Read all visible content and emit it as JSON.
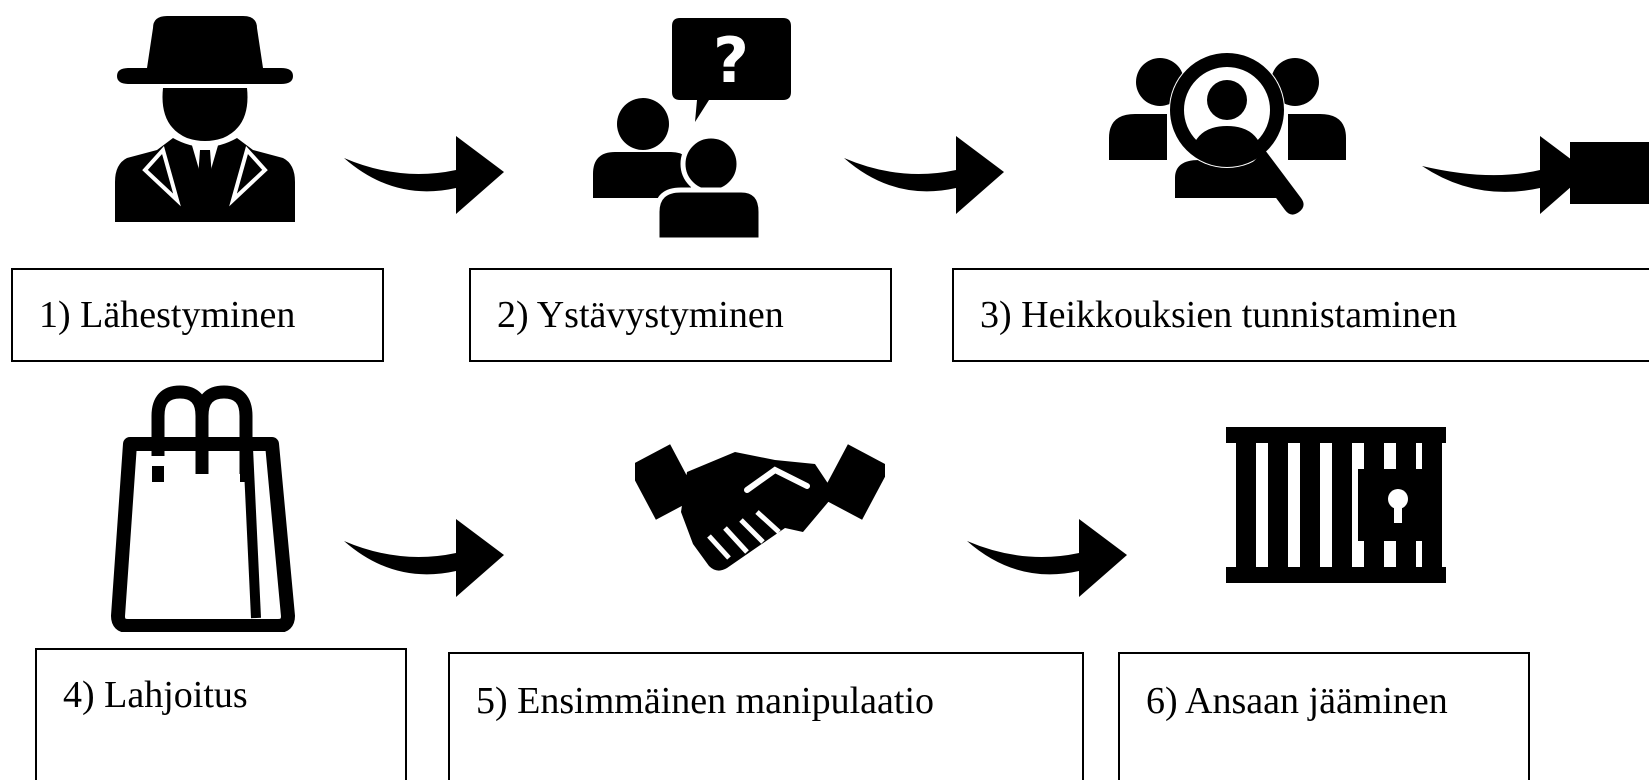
{
  "steps": [
    {
      "label": "1) Lähestyminen",
      "icon": "spy-agent-icon"
    },
    {
      "label": "2) Ystävystyminen",
      "icon": "people-question-icon"
    },
    {
      "label": "3) Heikkouksien tunnistaminen",
      "icon": "people-magnifier-icon"
    },
    {
      "label": "4) Lahjoitus",
      "icon": "shopping-bag-icon"
    },
    {
      "label": "5) Ensimmäinen manipulaatio",
      "icon": "handshake-icon"
    },
    {
      "label": "6) Ansaan jääminen",
      "icon": "jail-bars-icon"
    }
  ],
  "colors": {
    "ink": "#000000",
    "background": "#ffffff"
  }
}
